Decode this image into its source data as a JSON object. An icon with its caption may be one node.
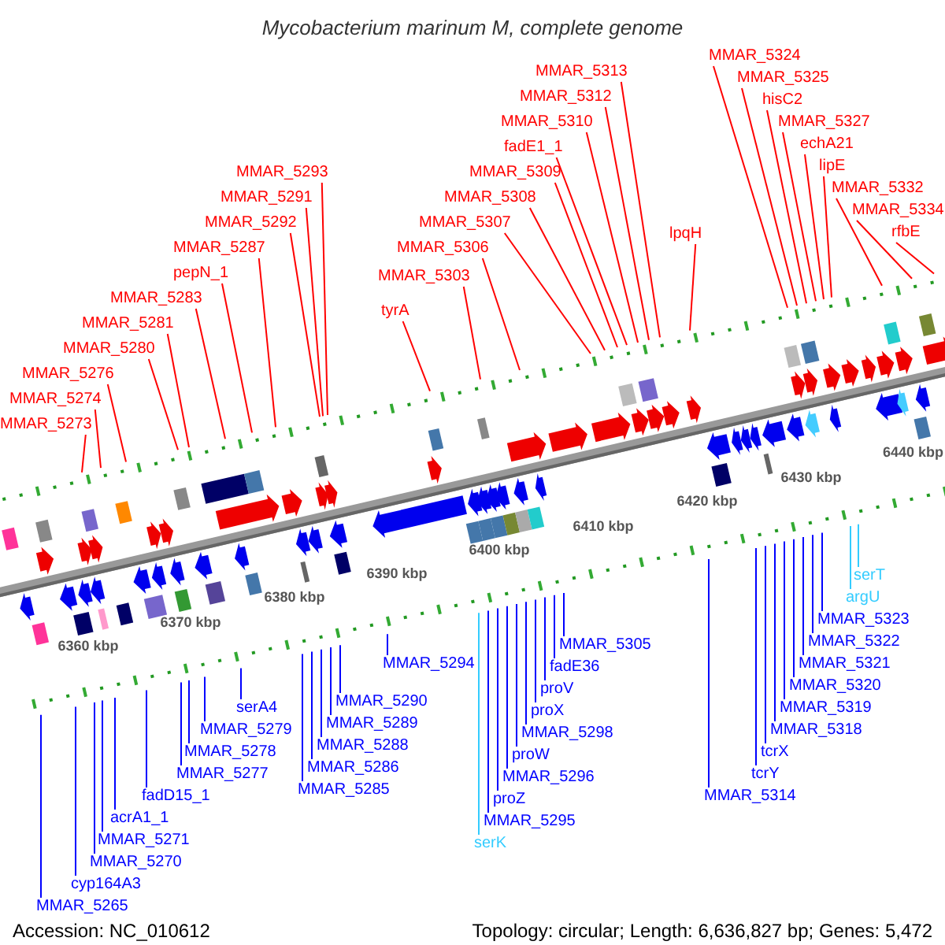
{
  "diagram": {
    "title": "Mycobacterium marinum M, complete genome",
    "nodes": [
      {
        "text": [
          "MMAR_5324"
        ]
      },
      {
        "text": [
          "MMAR_5313"
        ]
      },
      {
        "text": [
          "MMAR_5325"
        ]
      },
      {
        "text": [
          "MMAR_5312"
        ]
      },
      {
        "text": [
          "hisC2"
        ]
      },
      {
        "text": [
          "MMAR_5310"
        ]
      },
      {
        "text": [
          "MMAR_5327"
        ]
      },
      {
        "text": [
          "echA21"
        ]
      },
      {
        "text": [
          "fadE1_1"
        ]
      },
      {
        "text": [
          "lipE"
        ]
      },
      {
        "text": [
          "MMAR_5309"
        ]
      },
      {
        "text": [
          "MMAR_5332"
        ]
      },
      {
        "text": [
          "MMAR_5293"
        ]
      },
      {
        "text": [
          "MMAR_5308"
        ]
      },
      {
        "text": [
          "MMAR_5334"
        ]
      },
      {
        "text": [
          "MMAR_5291"
        ]
      },
      {
        "text": [
          "MMAR_5307"
        ]
      },
      {
        "text": [
          "rfbE"
        ]
      },
      {
        "text": [
          "lpqH"
        ]
      },
      {
        "text": [
          "MMAR_5292"
        ]
      },
      {
        "text": [
          "MMAR_5306"
        ]
      },
      {
        "text": [
          "MMAR_5287"
        ]
      },
      {
        "text": [
          "MMAR_5303"
        ]
      },
      {
        "text": [
          "pepN_1"
        ]
      },
      {
        "text": [
          "tyrA"
        ]
      },
      {
        "text": [
          "MMAR_5283"
        ]
      },
      {
        "text": [
          "MMAR_5281"
        ]
      },
      {
        "text": [
          "MMAR_5280"
        ]
      },
      {
        "text": [
          "MMAR_5276"
        ]
      },
      {
        "text": [
          "MMAR_5274"
        ]
      },
      {
        "text": [
          "MMAR_5273"
        ]
      },
      {
        "text": [
          "serT"
        ]
      },
      {
        "text": [
          "argU"
        ]
      },
      {
        "text": [
          "MMAR_5323"
        ]
      },
      {
        "text": [
          "MMAR_5322"
        ]
      },
      {
        "text": [
          "MMAR_5305"
        ]
      },
      {
        "text": [
          "MMAR_5321"
        ]
      },
      {
        "text": [
          "fadE36"
        ]
      },
      {
        "text": [
          "MMAR_5294"
        ]
      },
      {
        "text": [
          "MMAR_5320"
        ]
      },
      {
        "text": [
          "proV"
        ]
      },
      {
        "text": [
          "MMAR_5290"
        ]
      },
      {
        "text": [
          "MMAR_5319"
        ]
      },
      {
        "text": [
          "proX"
        ]
      },
      {
        "text": [
          "serA4"
        ]
      },
      {
        "text": [
          "MMAR_5289"
        ]
      },
      {
        "text": [
          "MMAR_5318"
        ]
      },
      {
        "text": [
          "MMAR_5298"
        ]
      },
      {
        "text": [
          "MMAR_5279"
        ]
      },
      {
        "text": [
          "MMAR_5288"
        ]
      },
      {
        "text": [
          "tcrX"
        ]
      },
      {
        "text": [
          "proW"
        ]
      },
      {
        "text": [
          "MMAR_5278"
        ]
      },
      {
        "text": [
          "MMAR_5286"
        ]
      },
      {
        "text": [
          "tcrY"
        ]
      },
      {
        "text": [
          "MMAR_5296"
        ]
      },
      {
        "text": [
          "MMAR_5277"
        ]
      },
      {
        "text": [
          "MMAR_5285"
        ]
      },
      {
        "text": [
          "MMAR_5314"
        ]
      },
      {
        "text": [
          "proZ"
        ]
      },
      {
        "text": [
          "fadD15_1"
        ]
      },
      {
        "text": [
          "MMAR_5295"
        ]
      },
      {
        "text": [
          "acrA1_1"
        ]
      },
      {
        "text": [
          "serK"
        ]
      },
      {
        "text": [
          "MMAR_5271"
        ]
      },
      {
        "text": [
          "MMAR_5270"
        ]
      },
      {
        "text": [
          "cyp164A3"
        ]
      },
      {
        "text": [
          "MMAR_5265"
        ]
      }
    ],
    "edges": [
      {
        "from": 0,
        "to": null,
        "arrow": "none",
        "color": "#ff0000"
      },
      {
        "from": 1,
        "to": null,
        "arrow": "none",
        "color": "#ff0000"
      },
      {
        "from": 2,
        "to": null,
        "arrow": "none",
        "color": "#ff0000"
      },
      {
        "from": 3,
        "to": null,
        "arrow": "none",
        "color": "#ff0000"
      },
      {
        "from": 4,
        "to": null,
        "arrow": "none",
        "color": "#ff0000"
      },
      {
        "from": 5,
        "to": null,
        "arrow": "none",
        "color": "#ff0000"
      },
      {
        "from": 6,
        "to": null,
        "arrow": "none",
        "color": "#ff0000"
      },
      {
        "from": 7,
        "to": null,
        "arrow": "none",
        "color": "#ff0000"
      },
      {
        "from": 8,
        "to": null,
        "arrow": "none",
        "color": "#ff0000"
      },
      {
        "from": 9,
        "to": null,
        "arrow": "none",
        "color": "#ff0000"
      },
      {
        "from": 10,
        "to": null,
        "arrow": "none",
        "color": "#ff0000"
      },
      {
        "from": 11,
        "to": null,
        "arrow": "none",
        "color": "#ff0000"
      },
      {
        "from": 12,
        "to": null,
        "arrow": "none",
        "color": "#ff0000"
      },
      {
        "from": 13,
        "to": null,
        "arrow": "none",
        "color": "#ff0000"
      },
      {
        "from": 14,
        "to": null,
        "arrow": "none",
        "color": "#ff0000"
      },
      {
        "from": 15,
        "to": null,
        "arrow": "none",
        "color": "#ff0000"
      },
      {
        "from": 16,
        "to": null,
        "arrow": "none",
        "color": "#ff0000"
      },
      {
        "from": 17,
        "to": null,
        "arrow": "none",
        "color": "#ff0000"
      },
      {
        "from": 18,
        "to": null,
        "arrow": "none",
        "color": "#ff0000"
      },
      {
        "from": 19,
        "to": null,
        "arrow": "none",
        "color": "#ff0000"
      },
      {
        "from": 20,
        "to": null,
        "arrow": "none",
        "color": "#ff0000"
      },
      {
        "from": 21,
        "to": null,
        "arrow": "none",
        "color": "#ff0000"
      },
      {
        "from": 22,
        "to": null,
        "arrow": "none",
        "color": "#ff0000"
      },
      {
        "from": 23,
        "to": null,
        "arrow": "none",
        "color": "#ff0000"
      },
      {
        "from": 24,
        "to": null,
        "arrow": "none",
        "color": "#ff0000"
      },
      {
        "from": 25,
        "to": null,
        "arrow": "none",
        "color": "#ff0000"
      },
      {
        "from": 26,
        "to": null,
        "arrow": "none",
        "color": "#ff0000"
      },
      {
        "from": 27,
        "to": null,
        "arrow": "none",
        "color": "#ff0000"
      },
      {
        "from": 28,
        "to": null,
        "arrow": "none",
        "color": "#ff0000"
      },
      {
        "from": 29,
        "to": null,
        "arrow": "none",
        "color": "#ff0000"
      },
      {
        "from": 30,
        "to": null,
        "arrow": "none",
        "color": "#ff0000"
      },
      {
        "from": 31,
        "to": null,
        "arrow": "none",
        "color": "#33ccff"
      },
      {
        "from": 32,
        "to": null,
        "arrow": "none",
        "color": "#33ccff"
      },
      {
        "from": 33,
        "to": null,
        "arrow": "none"
      },
      {
        "from": 34,
        "to": null,
        "arrow": "none"
      },
      {
        "from": 35,
        "to": null,
        "arrow": "none"
      },
      {
        "from": 36,
        "to": null,
        "arrow": "none"
      },
      {
        "from": 37,
        "to": null,
        "arrow": "none"
      },
      {
        "from": 38,
        "to": null,
        "arrow": "none"
      },
      {
        "from": 39,
        "to": null,
        "arrow": "none"
      },
      {
        "from": 40,
        "to": null,
        "arrow": "none"
      },
      {
        "from": 41,
        "to": null,
        "arrow": "none"
      },
      {
        "from": 42,
        "to": null,
        "arrow": "none"
      },
      {
        "from": 43,
        "to": null,
        "arrow": "none"
      },
      {
        "from": 44,
        "to": null,
        "arrow": "none"
      },
      {
        "from": 45,
        "to": null,
        "arrow": "none"
      },
      {
        "from": 46,
        "to": null,
        "arrow": "none"
      },
      {
        "from": 47,
        "to": null,
        "arrow": "none"
      },
      {
        "from": 48,
        "to": null,
        "arrow": "none"
      },
      {
        "from": 49,
        "to": null,
        "arrow": "none"
      },
      {
        "from": 50,
        "to": null,
        "arrow": "none"
      },
      {
        "from": 51,
        "to": null,
        "arrow": "none"
      },
      {
        "from": 52,
        "to": null,
        "arrow": "none"
      },
      {
        "from": 53,
        "to": null,
        "arrow": "none"
      },
      {
        "from": 54,
        "to": null,
        "arrow": "none"
      },
      {
        "from": 55,
        "to": null,
        "arrow": "none"
      },
      {
        "from": 56,
        "to": null,
        "arrow": "none"
      },
      {
        "from": 57,
        "to": null,
        "arrow": "none"
      },
      {
        "from": 58,
        "to": null,
        "arrow": "none"
      },
      {
        "from": 59,
        "to": null,
        "arrow": "none"
      },
      {
        "from": 60,
        "to": null,
        "arrow": "none"
      },
      {
        "from": 61,
        "to": null,
        "arrow": "none"
      },
      {
        "from": 62,
        "to": null,
        "arrow": "none"
      },
      {
        "from": 63,
        "to": null,
        "arrow": "none",
        "color": "#33ccff"
      },
      {
        "from": 64,
        "to": null,
        "arrow": "none"
      },
      {
        "from": 65,
        "to": null,
        "arrow": "none"
      },
      {
        "from": 66,
        "to": null,
        "arrow": "none"
      },
      {
        "from": 67,
        "to": null,
        "arrow": "none"
      }
    ],
    "labels": [
      "6360 kbp",
      "6370 kbp",
      "6380 kbp",
      "6390 kbp",
      "6400 kbp",
      "6410 kbp",
      "6420 kbp",
      "6430 kbp",
      "6440 kbp",
      "Accession: NC_010612",
      "Topology: circular; Length: 6,636,827 bp; Genes: 5,472"
    ]
  }
}
